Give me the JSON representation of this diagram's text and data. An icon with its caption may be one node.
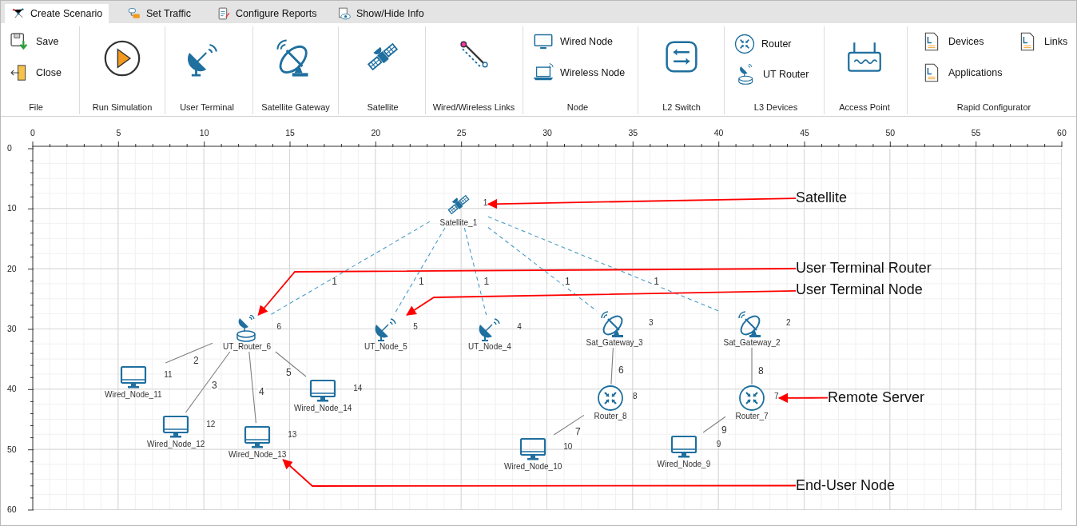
{
  "diagram": {
    "nodes": [
      {
        "text": [
          "Satellite_1"
        ],
        "beside": [
          "1"
        ]
      },
      {
        "text": [
          "UT_Router_6"
        ],
        "beside": [
          "6"
        ]
      },
      {
        "text": [
          "UT_Node_5"
        ],
        "beside": [
          "5"
        ]
      },
      {
        "text": [
          "UT_Node_4"
        ],
        "beside": [
          "4"
        ]
      },
      {
        "text": [
          "Sat_Gateway_3"
        ],
        "beside": [
          "3"
        ]
      },
      {
        "text": [
          "Sat_Gateway_2"
        ],
        "beside": [
          "2"
        ]
      },
      {
        "text": [
          "Wired_Node_11"
        ],
        "beside": [
          "11"
        ]
      },
      {
        "text": [
          "Wired_Node_14"
        ],
        "beside": [
          "14"
        ]
      },
      {
        "text": [
          "Router_8"
        ],
        "beside": [
          "8"
        ]
      },
      {
        "text": [
          "Router_7"
        ],
        "beside": [
          "7"
        ]
      },
      {
        "text": [
          "Wired_Node_12"
        ],
        "beside": [
          "12"
        ]
      },
      {
        "text": [
          "Wired_Node_13"
        ],
        "beside": [
          "13"
        ]
      },
      {
        "text": [
          "Wired_Node_10"
        ],
        "beside": [
          "10"
        ]
      },
      {
        "text": [
          "Wired_Node_9"
        ],
        "beside": [
          "9"
        ]
      },
      {
        "text": [
          "Satellite"
        ]
      },
      {
        "text": [
          "User Terminal Router"
        ]
      },
      {
        "text": [
          "User Terminal Node"
        ]
      },
      {
        "text": [
          "Remote Server"
        ]
      },
      {
        "text": [
          "End-User Node"
        ]
      }
    ],
    "edges": [
      {
        "from": 0,
        "to": 1,
        "arrow": "none",
        "label": "1",
        "style": "dashed",
        "color": "#4a9cc8"
      },
      {
        "from": 0,
        "to": 2,
        "arrow": "none",
        "label": "1",
        "style": "dashed",
        "color": "#4a9cc8"
      },
      {
        "from": 0,
        "to": 3,
        "arrow": "none",
        "label": "1",
        "style": "dashed",
        "color": "#4a9cc8"
      },
      {
        "from": 0,
        "to": 4,
        "arrow": "none",
        "label": "1",
        "style": "dashed",
        "color": "#4a9cc8"
      },
      {
        "from": 0,
        "to": 5,
        "arrow": "none",
        "label": "1",
        "style": "dashed",
        "color": "#4a9cc8"
      },
      {
        "from": 1,
        "to": 6,
        "arrow": "none",
        "label": "2"
      },
      {
        "from": 1,
        "to": 10,
        "arrow": "none",
        "label": "3"
      },
      {
        "from": 1,
        "to": 11,
        "arrow": "none",
        "label": "4"
      },
      {
        "from": 1,
        "to": 7,
        "arrow": "none",
        "label": "5"
      },
      {
        "from": 4,
        "to": 8,
        "arrow": "none",
        "label": "6"
      },
      {
        "from": 8,
        "to": 12,
        "arrow": "none",
        "label": "7"
      },
      {
        "from": 5,
        "to": 9,
        "arrow": "none",
        "label": "8"
      },
      {
        "from": 9,
        "to": 13,
        "arrow": "none",
        "label": "9"
      },
      {
        "from": 14,
        "to": 0,
        "arrow": "to",
        "color": "#ff0000"
      },
      {
        "from": 15,
        "to": 1,
        "arrow": "to",
        "color": "#ff0000"
      },
      {
        "from": 16,
        "to": 2,
        "arrow": "to",
        "color": "#ff0000"
      },
      {
        "from": 17,
        "to": 9,
        "arrow": "to",
        "color": "#ff0000"
      },
      {
        "from": 18,
        "to": 11,
        "arrow": "to",
        "color": "#ff0000"
      }
    ],
    "labels": [
      "Create Scenario",
      "Set Traffic",
      "Configure Reports",
      "Show/Hide Info",
      "Save",
      "Close",
      "Wired Node",
      "Wireless Node",
      "Router",
      "UT Router",
      "Devices",
      "Links",
      "Applications",
      "File",
      "Run Simulation",
      "User Terminal",
      "Satellite Gateway",
      "Satellite",
      "Wired/Wireless Links",
      "Node",
      "L2 Switch",
      "L3 Devices",
      "Access Point",
      "Rapid Configurator",
      "0",
      "5",
      "10",
      "15",
      "20",
      "25",
      "30",
      "35",
      "40",
      "45",
      "50",
      "55",
      "60",
      "0",
      "10",
      "20",
      "30",
      "40",
      "50",
      "60"
    ]
  }
}
